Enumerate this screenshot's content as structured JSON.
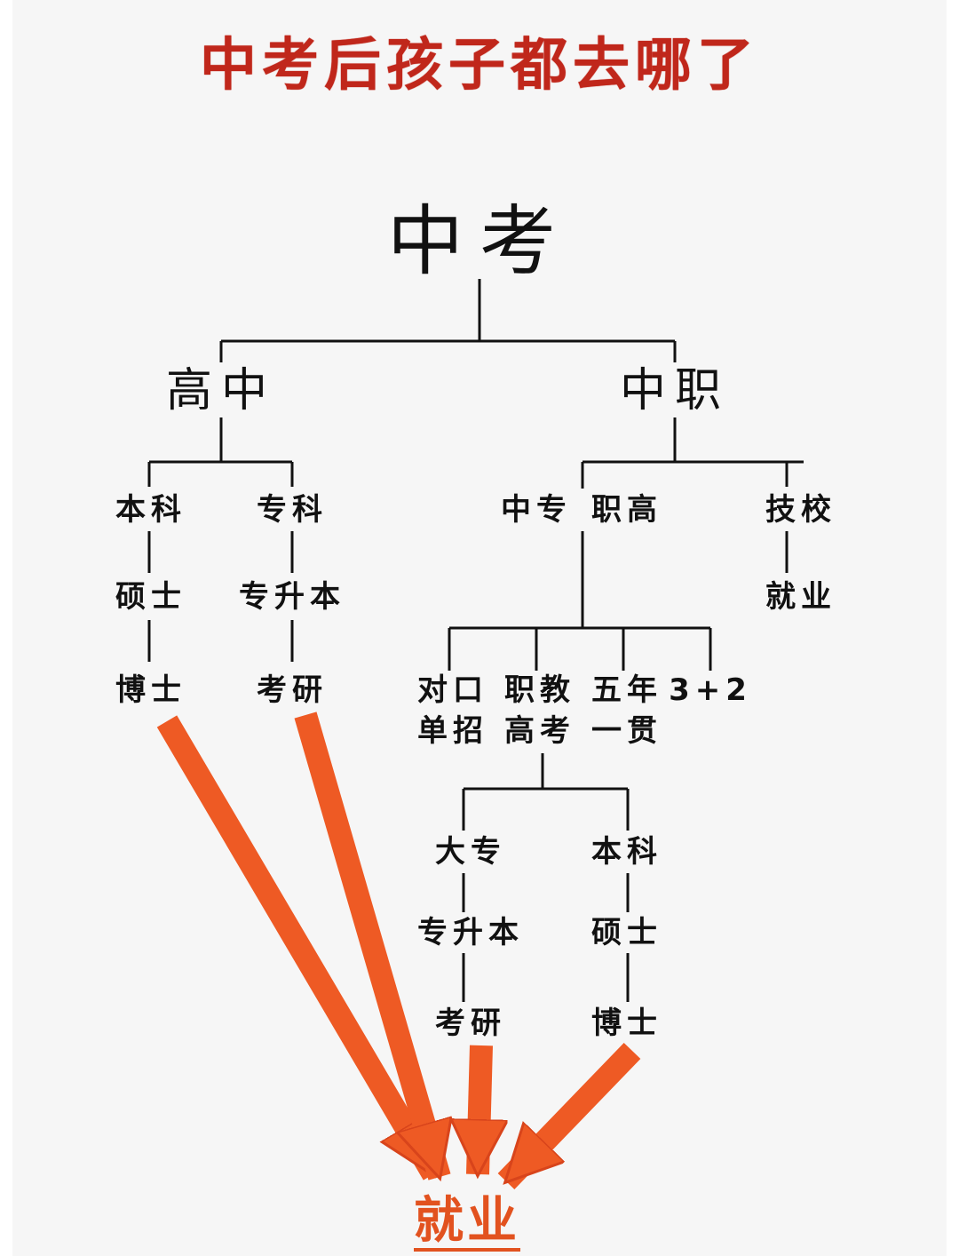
{
  "title": "中考后孩子都去哪了",
  "root": "中考",
  "high_school": {
    "label": "高中",
    "branches": [
      {
        "label": "本科",
        "steps": [
          "硕士",
          "博士"
        ]
      },
      {
        "label": "专科",
        "steps": [
          "专升本",
          "考研"
        ]
      }
    ]
  },
  "vocational": {
    "label": "中职",
    "secondary_label": "中专",
    "vocational_high_label": "职高",
    "technical_school": {
      "label": "技校",
      "steps": [
        "就业"
      ]
    },
    "routes": [
      {
        "line1": "对口",
        "line2": "单招"
      },
      {
        "line1": "职教",
        "line2": "高考"
      },
      {
        "line1": "五年",
        "line2": "一贯"
      },
      {
        "line1": "3+2",
        "line2": ""
      }
    ],
    "exam_branches": [
      {
        "label": "大专",
        "steps": [
          "专升本",
          "考研"
        ]
      },
      {
        "label": "本科",
        "steps": [
          "硕士",
          "博士"
        ]
      }
    ]
  },
  "destination": "就业",
  "colors": {
    "title": "#c0271b",
    "arrow": "#ee5a24",
    "line": "#111111"
  }
}
